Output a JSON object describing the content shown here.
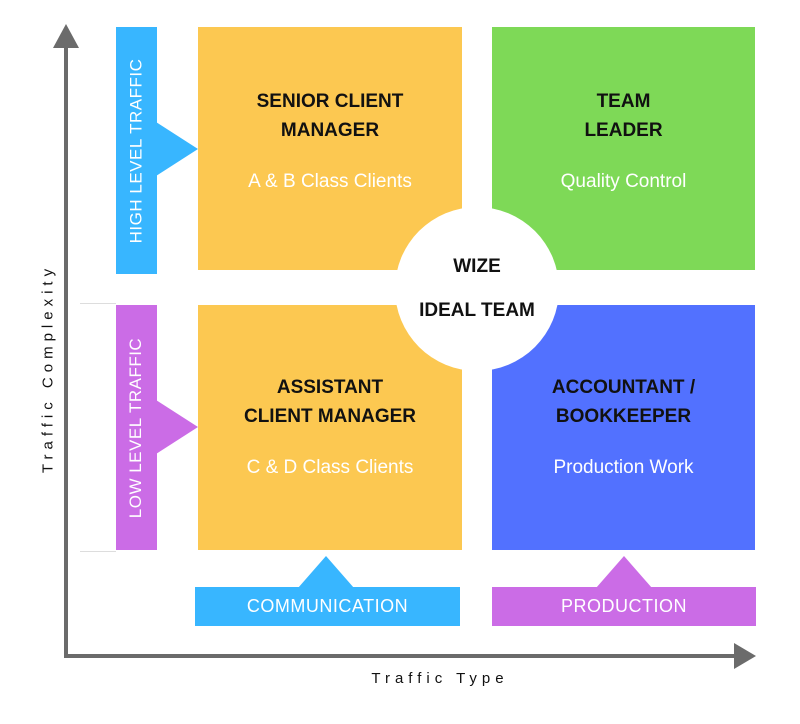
{
  "axes": {
    "y_label": "Traffic Complexity",
    "x_label": "Traffic Type"
  },
  "side_labels": {
    "high": "HIGH LEVEL TRAFFIC",
    "low": "LOW LEVEL TRAFFIC"
  },
  "bottom_labels": {
    "communication": "COMMUNICATION",
    "production": "PRODUCTION"
  },
  "quadrants": {
    "senior": {
      "title_line1": "SENIOR CLIENT",
      "title_line2": "MANAGER",
      "subtitle": "A & B Class Clients"
    },
    "team": {
      "title_line1": "TEAM",
      "title_line2": "LEADER",
      "subtitle": "Quality Control"
    },
    "assistant": {
      "title_line1": "ASSISTANT",
      "title_line2": "CLIENT MANAGER",
      "subtitle": "C & D Class Clients"
    },
    "accountant": {
      "title_line1": "ACCOUNTANT /",
      "title_line2": "BOOKKEEPER",
      "subtitle": "Production Work"
    }
  },
  "center": {
    "line1": "WIZE",
    "line2": "IDEAL TEAM"
  },
  "colors": {
    "yellow": "#fcc851",
    "green": "#7ed957",
    "blue": "#5271ff",
    "cyan": "#38b6ff",
    "purple": "#cb6ce6",
    "axis": "#6b6b6b"
  }
}
